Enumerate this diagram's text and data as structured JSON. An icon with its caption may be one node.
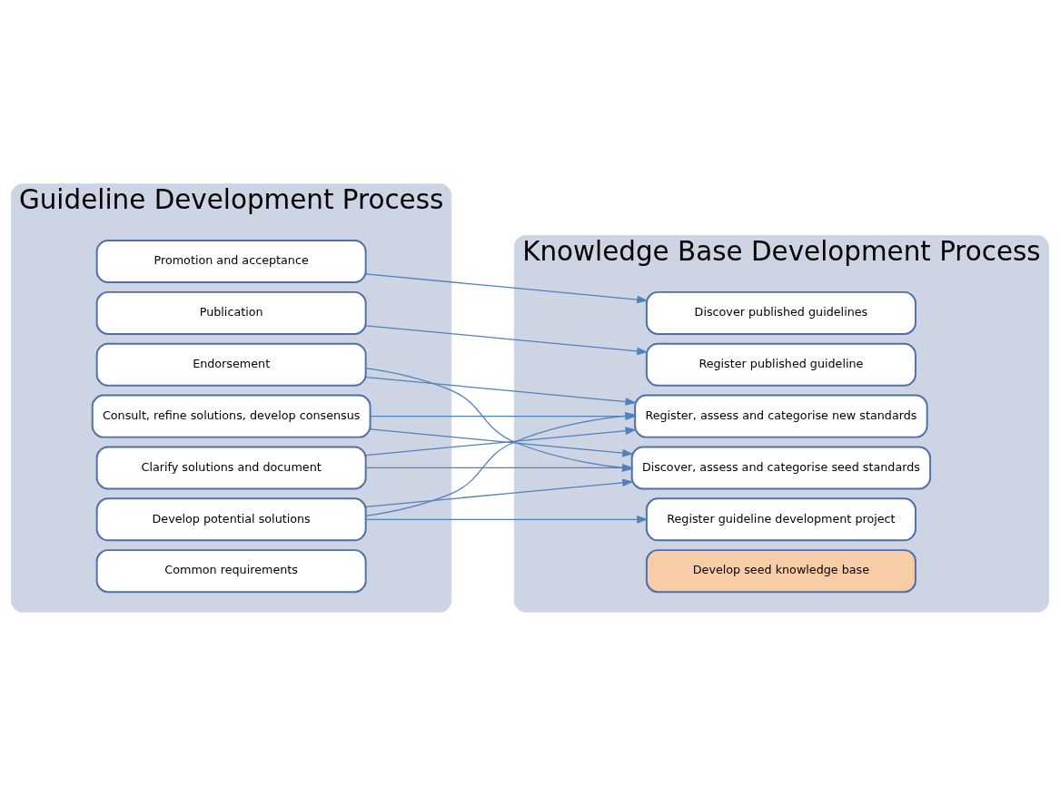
{
  "diagram": {
    "nodes": [
      {
        "text": [
          "Guideline Development Process"
        ]
      },
      {
        "text": [
          "Knowledge Base Development Process"
        ]
      },
      {
        "text": [
          "Common requirements"
        ],
        "in": 0
      },
      {
        "text": [
          "Develop potential solutions"
        ],
        "in": 0
      },
      {
        "text": [
          "Clarify solutions and document"
        ],
        "in": 0
      },
      {
        "text": [
          "Consult, refine solutions, develop consensus"
        ],
        "in": 0
      },
      {
        "text": [
          "Endorsement"
        ],
        "in": 0
      },
      {
        "text": [
          "Publication"
        ],
        "in": 0
      },
      {
        "text": [
          "Promotion and acceptance"
        ],
        "in": 0
      },
      {
        "text": [
          "Develop seed knowledge base"
        ],
        "in": 1
      },
      {
        "text": [
          "Register guideline development project"
        ],
        "in": 1
      },
      {
        "text": [
          "Discover, assess and categorise seed standards"
        ],
        "in": 1
      },
      {
        "text": [
          "Register, assess and categorise new standards"
        ],
        "in": 1
      },
      {
        "text": [
          "Register published guideline"
        ],
        "in": 1
      },
      {
        "text": [
          "Discover published guidelines"
        ],
        "in": 1
      }
    ],
    "edges": [
      {
        "from": 3,
        "to": 10,
        "arrow": "to"
      },
      {
        "from": 3,
        "to": 11,
        "arrow": "to"
      },
      {
        "from": 3,
        "to": 12,
        "arrow": "to"
      },
      {
        "from": 4,
        "to": 11,
        "arrow": "to"
      },
      {
        "from": 4,
        "to": 12,
        "arrow": "to"
      },
      {
        "from": 5,
        "to": 11,
        "arrow": "to"
      },
      {
        "from": 5,
        "to": 12,
        "arrow": "to"
      },
      {
        "from": 6,
        "to": 11,
        "arrow": "to"
      },
      {
        "from": 6,
        "to": 12,
        "arrow": "to"
      },
      {
        "from": 7,
        "to": 13,
        "arrow": "to"
      },
      {
        "from": 8,
        "to": 14,
        "arrow": "to"
      }
    ]
  }
}
